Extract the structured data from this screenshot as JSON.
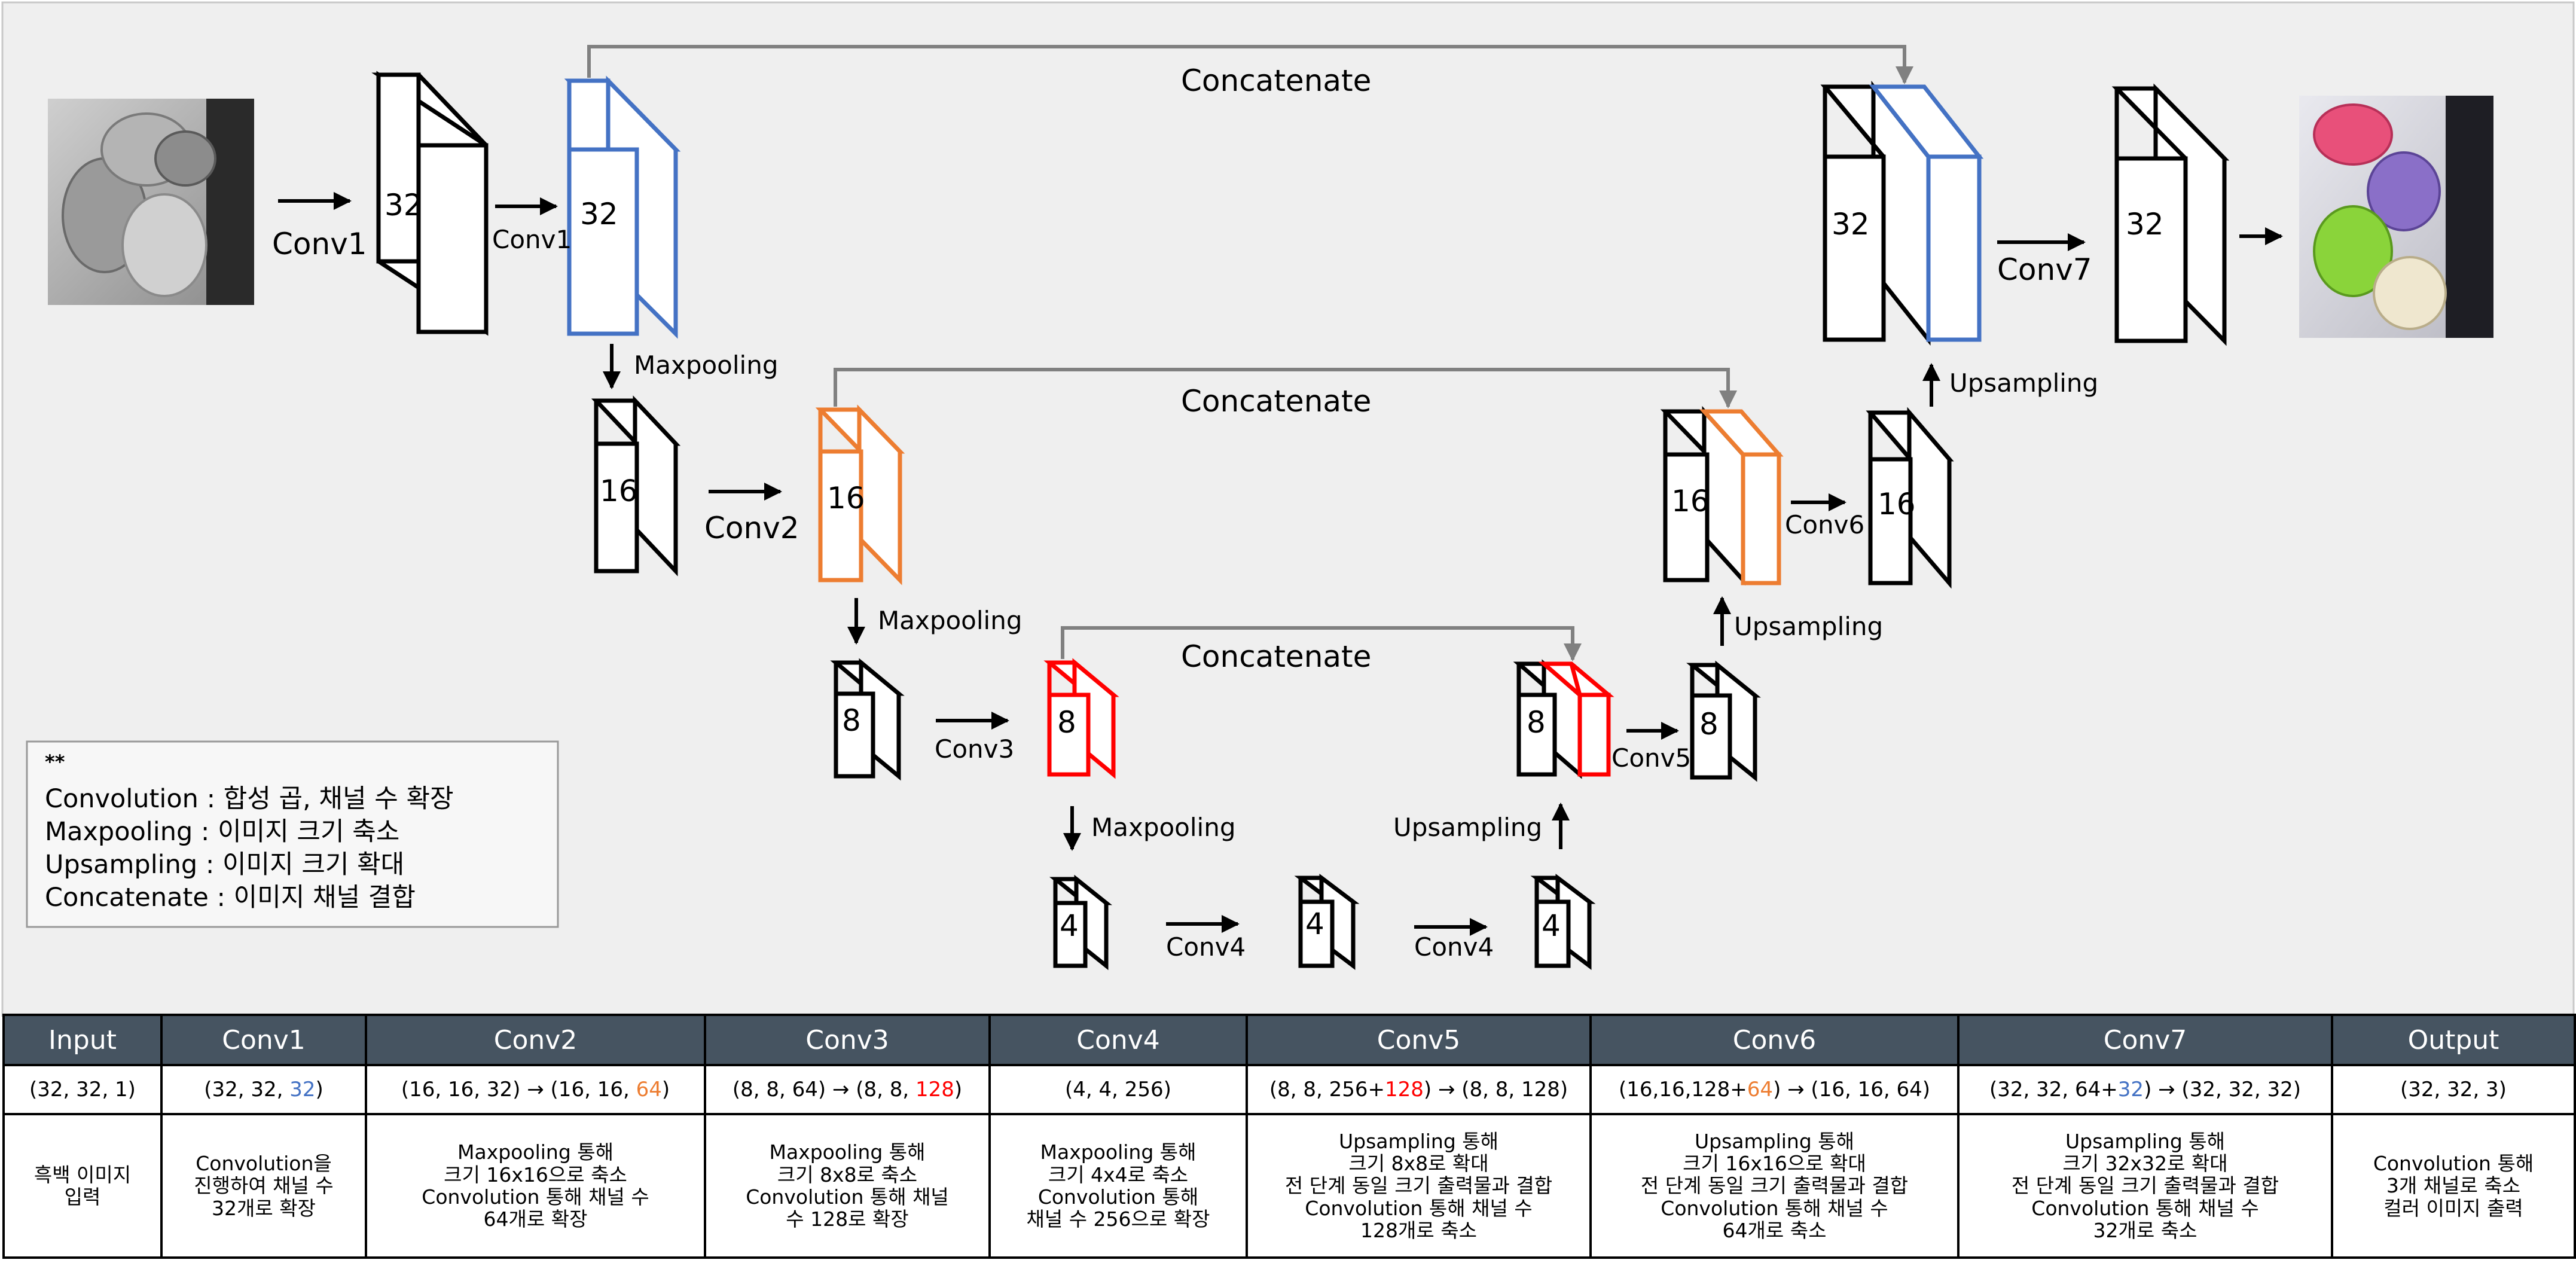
{
  "colors": {
    "background_panel": "#efefef",
    "block_default": "#000000",
    "block_conv1": "#4472c4",
    "block_conv2": "#ed7d31",
    "block_conv3": "#ff0000",
    "connector": "#808080",
    "table_header": "#465461",
    "highlight_blue": "#4472c4",
    "highlight_orange": "#ed7d31",
    "highlight_red": "#ff0000"
  },
  "diagram": {
    "input_image": {
      "description_icon": "grayscale-macarons-photo-icon"
    },
    "output_image": {
      "description_icon": "color-macarons-photo-icon"
    },
    "blocks": {
      "conv1_a": "32",
      "conv1_b": "32",
      "pool1": "16",
      "conv2_out": "16",
      "pool2": "8",
      "conv3_out": "8",
      "pool3": "4",
      "conv4_a": "4",
      "conv4_b": "4",
      "up1": "8",
      "conv5_out": "8",
      "up2": "16",
      "conv6_out": "16",
      "up3": "32",
      "conv7_out": "32"
    },
    "labels": {
      "conv1_first": "Conv1",
      "conv1_second": "Conv1",
      "conv2": "Conv2",
      "conv3": "Conv3",
      "conv4_first": "Conv4",
      "conv4_second": "Conv4",
      "conv5": "Conv5",
      "conv6": "Conv6",
      "conv7": "Conv7",
      "maxpool1": "Maxpooling",
      "maxpool2": "Maxpooling",
      "maxpool3": "Maxpooling",
      "upsample1": "Upsampling",
      "upsample2": "Upsampling",
      "upsample3": "Upsampling",
      "concat_top": "Concatenate",
      "concat_mid": "Concatenate",
      "concat_bottom": "Concatenate"
    }
  },
  "legend": {
    "marker": "**",
    "items": [
      {
        "term": "Convolution",
        "desc": " : 합성 곱, 채널 수 확장"
      },
      {
        "term": "Maxpooling",
        "desc": " : 이미지 크기 축소"
      },
      {
        "term": "Upsampling",
        "desc": " : 이미지 크기 확대"
      },
      {
        "term": "Concatenate",
        "desc": " : 이미지 채널 결합"
      }
    ]
  },
  "table": {
    "headers": [
      "Input",
      "Conv1",
      "Conv2",
      "Conv3",
      "Conv4",
      "Conv5",
      "Conv6",
      "Conv7",
      "Output"
    ],
    "shapes": [
      {
        "pre": "(32, 32, 1)",
        "hl": "",
        "post": ""
      },
      {
        "pre": "(32, 32, ",
        "hl": "32",
        "hl_color": "#4472c4",
        "post": ")"
      },
      {
        "pre": "(16, 16, 32) → (16, 16, ",
        "hl": "64",
        "hl_color": "#ed7d31",
        "post": ")"
      },
      {
        "pre": "(8, 8, 64) → (8, 8, ",
        "hl": "128",
        "hl_color": "#ff0000",
        "post": ")"
      },
      {
        "pre": "(4, 4, 256)",
        "hl": "",
        "post": ""
      },
      {
        "pre": "(8, 8, 256+",
        "hl": "128",
        "hl_color": "#ff0000",
        "post": ") → (8, 8, 128)"
      },
      {
        "pre": "(16,16,128+",
        "hl": "64",
        "hl_color": "#ed7d31",
        "post": ") → (16, 16, 64)"
      },
      {
        "pre": "(32, 32, 64+",
        "hl": "32",
        "hl_color": "#4472c4",
        "post": ") → (32, 32, 32)"
      },
      {
        "pre": "(32, 32, 3)",
        "hl": "",
        "post": ""
      }
    ],
    "descriptions": [
      [
        "흑백 이미지",
        "입력"
      ],
      [
        "Convolution을",
        "진행하여 채널 수",
        "32개로 확장"
      ],
      [
        "Maxpooling 통해",
        "크기 16x16으로 축소",
        "Convolution 통해 채널 수",
        "64개로 확장"
      ],
      [
        "Maxpooling 통해",
        "크기 8x8로 축소",
        "Convolution 통해 채널",
        "수 128로 확장"
      ],
      [
        "Maxpooling 통해",
        "크기 4x4로 축소",
        "Convolution 통해",
        "채널 수 256으로 확장"
      ],
      [
        "Upsampling 통해",
        "크기 8x8로 확대",
        "전 단계 동일 크기 출력물과 결합",
        "Convolution 통해 채널 수",
        "128개로 축소"
      ],
      [
        "Upsampling 통해",
        "크기 16x16으로 확대",
        "전 단계 동일 크기 출력물과 결합",
        "Convolution 통해 채널 수",
        "64개로 축소"
      ],
      [
        "Upsampling 통해",
        "크기 32x32로 확대",
        "전 단계 동일 크기 출력물과 결합",
        "Convolution 통해 채널 수",
        "32개로 축소"
      ],
      [
        "Convolution 통해",
        "3개 채널로 축소",
        "컬러 이미지 출력"
      ]
    ]
  }
}
